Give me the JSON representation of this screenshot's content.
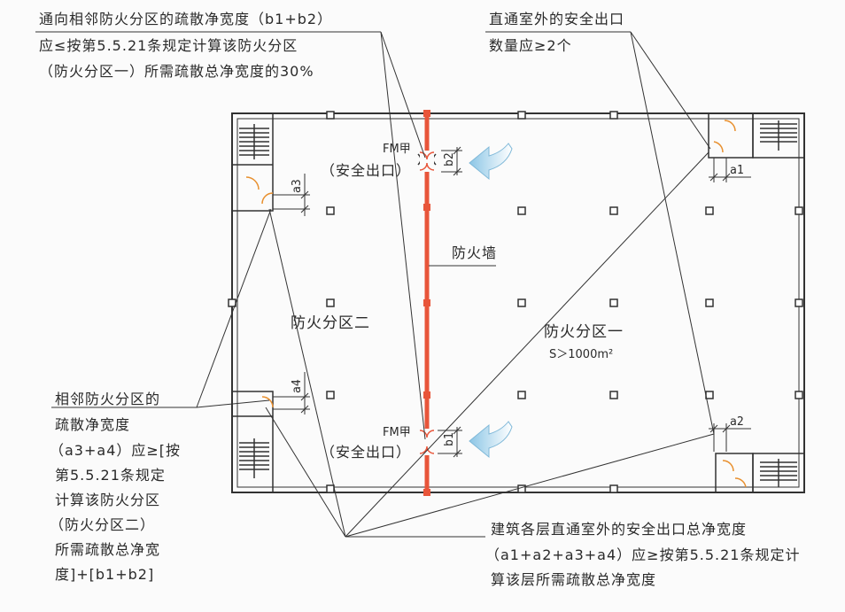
{
  "annotations": {
    "top_left": [
      "通向相邻防火分区的疏散净宽度（b1+b2）",
      "应≤按第5.5.21条规定计算该防火分区",
      "（防火分区一）所需疏散总净宽度的30%"
    ],
    "top_right": [
      "直通室外的安全出口",
      "数量应≥2个"
    ],
    "left": [
      "相邻防火分区的",
      "疏散净宽度",
      "（a3+a4）应≥[按",
      "第5.5.21条规定",
      "计算该防火分区",
      "（防火分区二）",
      "所需疏散总净宽",
      "度]+[b1+b2]"
    ],
    "bottom": [
      "建筑各层直通室外的安全出口总净宽度",
      "（a1+a2+a3+a4）应≥按第5.5.21条规定计",
      "算该层所需疏散总净宽度"
    ]
  },
  "labels": {
    "fire_wall": "防火墙",
    "zone_two": "防火分区二",
    "zone_one": "防火分区一",
    "zone_one_area": "S＞1000m²",
    "door_code": "FM甲",
    "safe_exit": "（安全出口）"
  },
  "dimensions": {
    "a1": "a1",
    "a2": "a2",
    "a3": "a3",
    "a4": "a4",
    "b1": "b1",
    "b2": "b2"
  },
  "colors": {
    "fire_wall": "#e8553a",
    "arrow": "#a8d4ec",
    "door": "#e8902f",
    "line": "#333333"
  }
}
